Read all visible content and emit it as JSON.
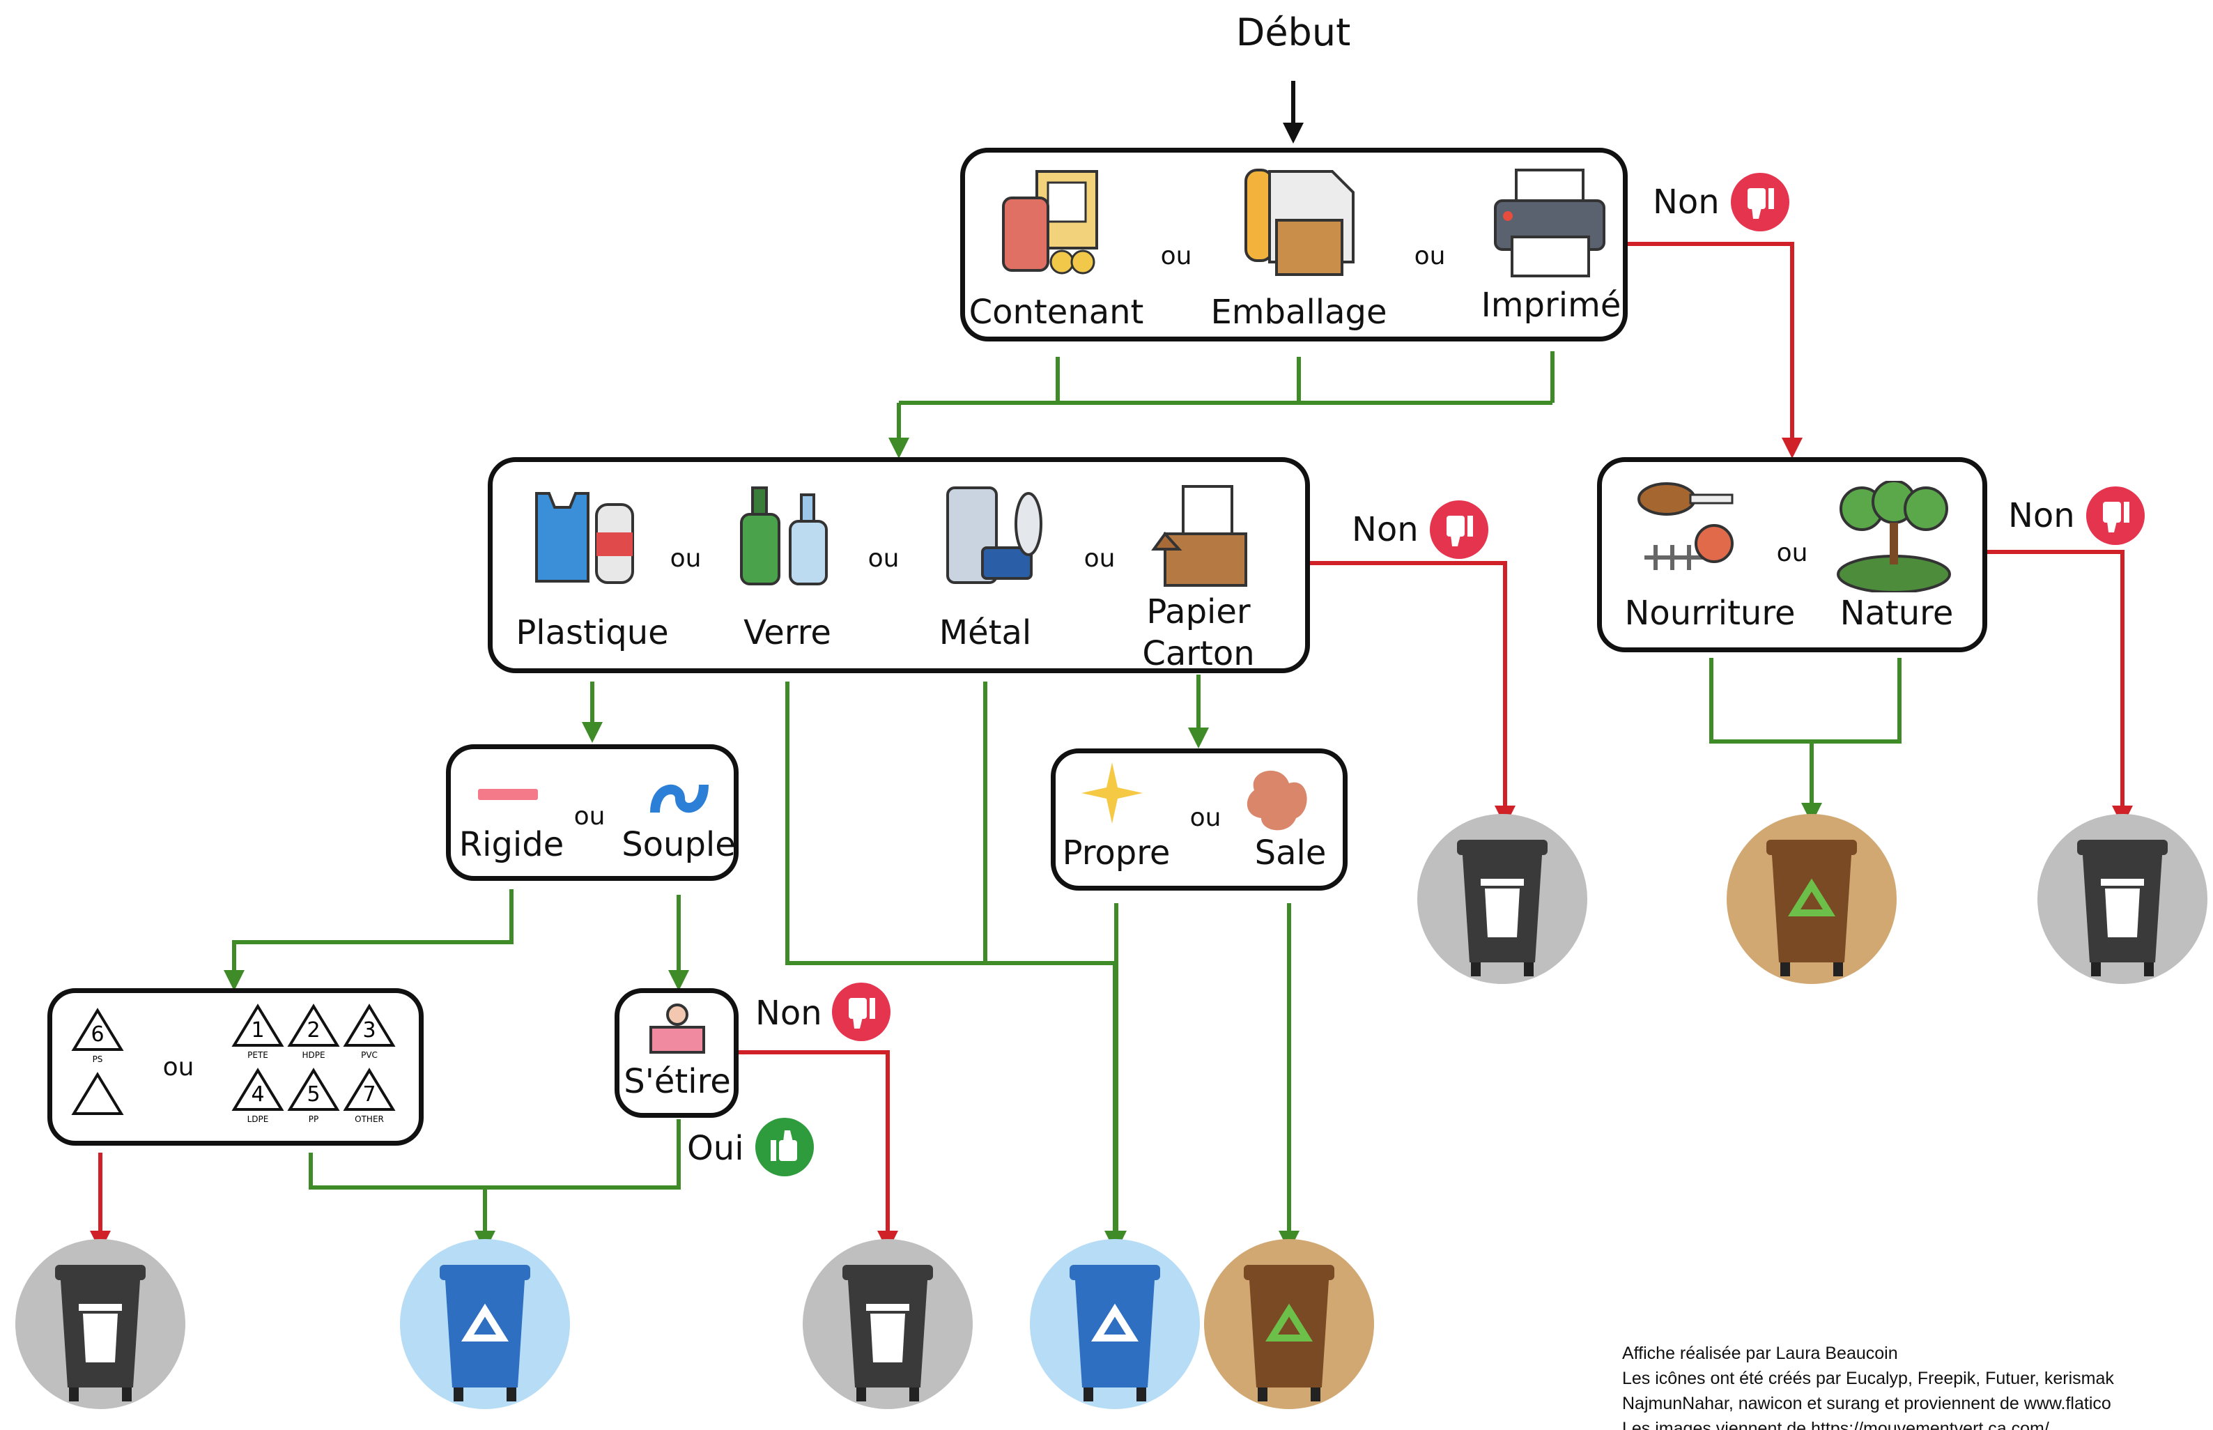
{
  "start": "Début",
  "connector": "ou",
  "colors": {
    "yes_arrow": "#3f8b28",
    "no_arrow": "#d02128",
    "landfill_bin": "#3a3a3a",
    "recycle_bin": "#2f6fc1",
    "compost_bin": "#7a4a25"
  },
  "step1": {
    "items": [
      {
        "label": "Contenant",
        "icon": "jar-box-icon"
      },
      {
        "label": "Emballage",
        "icon": "packaging-icon"
      },
      {
        "label": "Imprimé",
        "icon": "printer-icon"
      }
    ]
  },
  "step1_no": "Non",
  "step2": {
    "items": [
      {
        "label": "Plastique",
        "icon": "plastic-icon"
      },
      {
        "label": "Verre",
        "icon": "glass-icon"
      },
      {
        "label": "Métal",
        "icon": "metal-icon"
      },
      {
        "label": "Papier",
        "label2": "Carton",
        "icon": "paper-carton-icon"
      }
    ]
  },
  "step2_no": "Non",
  "organic": {
    "items": [
      {
        "label": "Nourriture",
        "icon": "food-waste-icon"
      },
      {
        "label": "Nature",
        "icon": "nature-icon"
      }
    ]
  },
  "organic_no": "Non",
  "rigid": {
    "items": [
      {
        "label": "Rigide"
      },
      {
        "label": "Souple"
      }
    ]
  },
  "clean": {
    "items": [
      {
        "label": "Propre"
      },
      {
        "label": "Sale"
      }
    ]
  },
  "codes": {
    "left": [
      {
        "num": "6",
        "sub": "PS"
      },
      {
        "num": "",
        "sub": ""
      }
    ],
    "right": [
      {
        "num": "1",
        "sub": "PETE"
      },
      {
        "num": "2",
        "sub": "HDPE"
      },
      {
        "num": "3",
        "sub": "PVC"
      },
      {
        "num": "4",
        "sub": "LDPE"
      },
      {
        "num": "5",
        "sub": "PP"
      },
      {
        "num": "7",
        "sub": "OTHER"
      }
    ]
  },
  "stretch": {
    "label": "S'étire",
    "no": "Non",
    "yes": "Oui"
  },
  "bins": [
    {
      "type": "landfill"
    },
    {
      "type": "compost"
    },
    {
      "type": "landfill"
    },
    {
      "type": "landfill"
    },
    {
      "type": "recycle"
    },
    {
      "type": "landfill"
    },
    {
      "type": "recycle"
    },
    {
      "type": "compost"
    }
  ],
  "credits": [
    "Affiche réalisée par Laura Beaucoin",
    "Les icônes ont été créés par Eucalyp, Freepik, Futuer, kerismak",
    "NajmunNahar, nawicon et surang et proviennent de www.flatico",
    "Les images viennent de https://mouvementvert.ca.com/"
  ]
}
